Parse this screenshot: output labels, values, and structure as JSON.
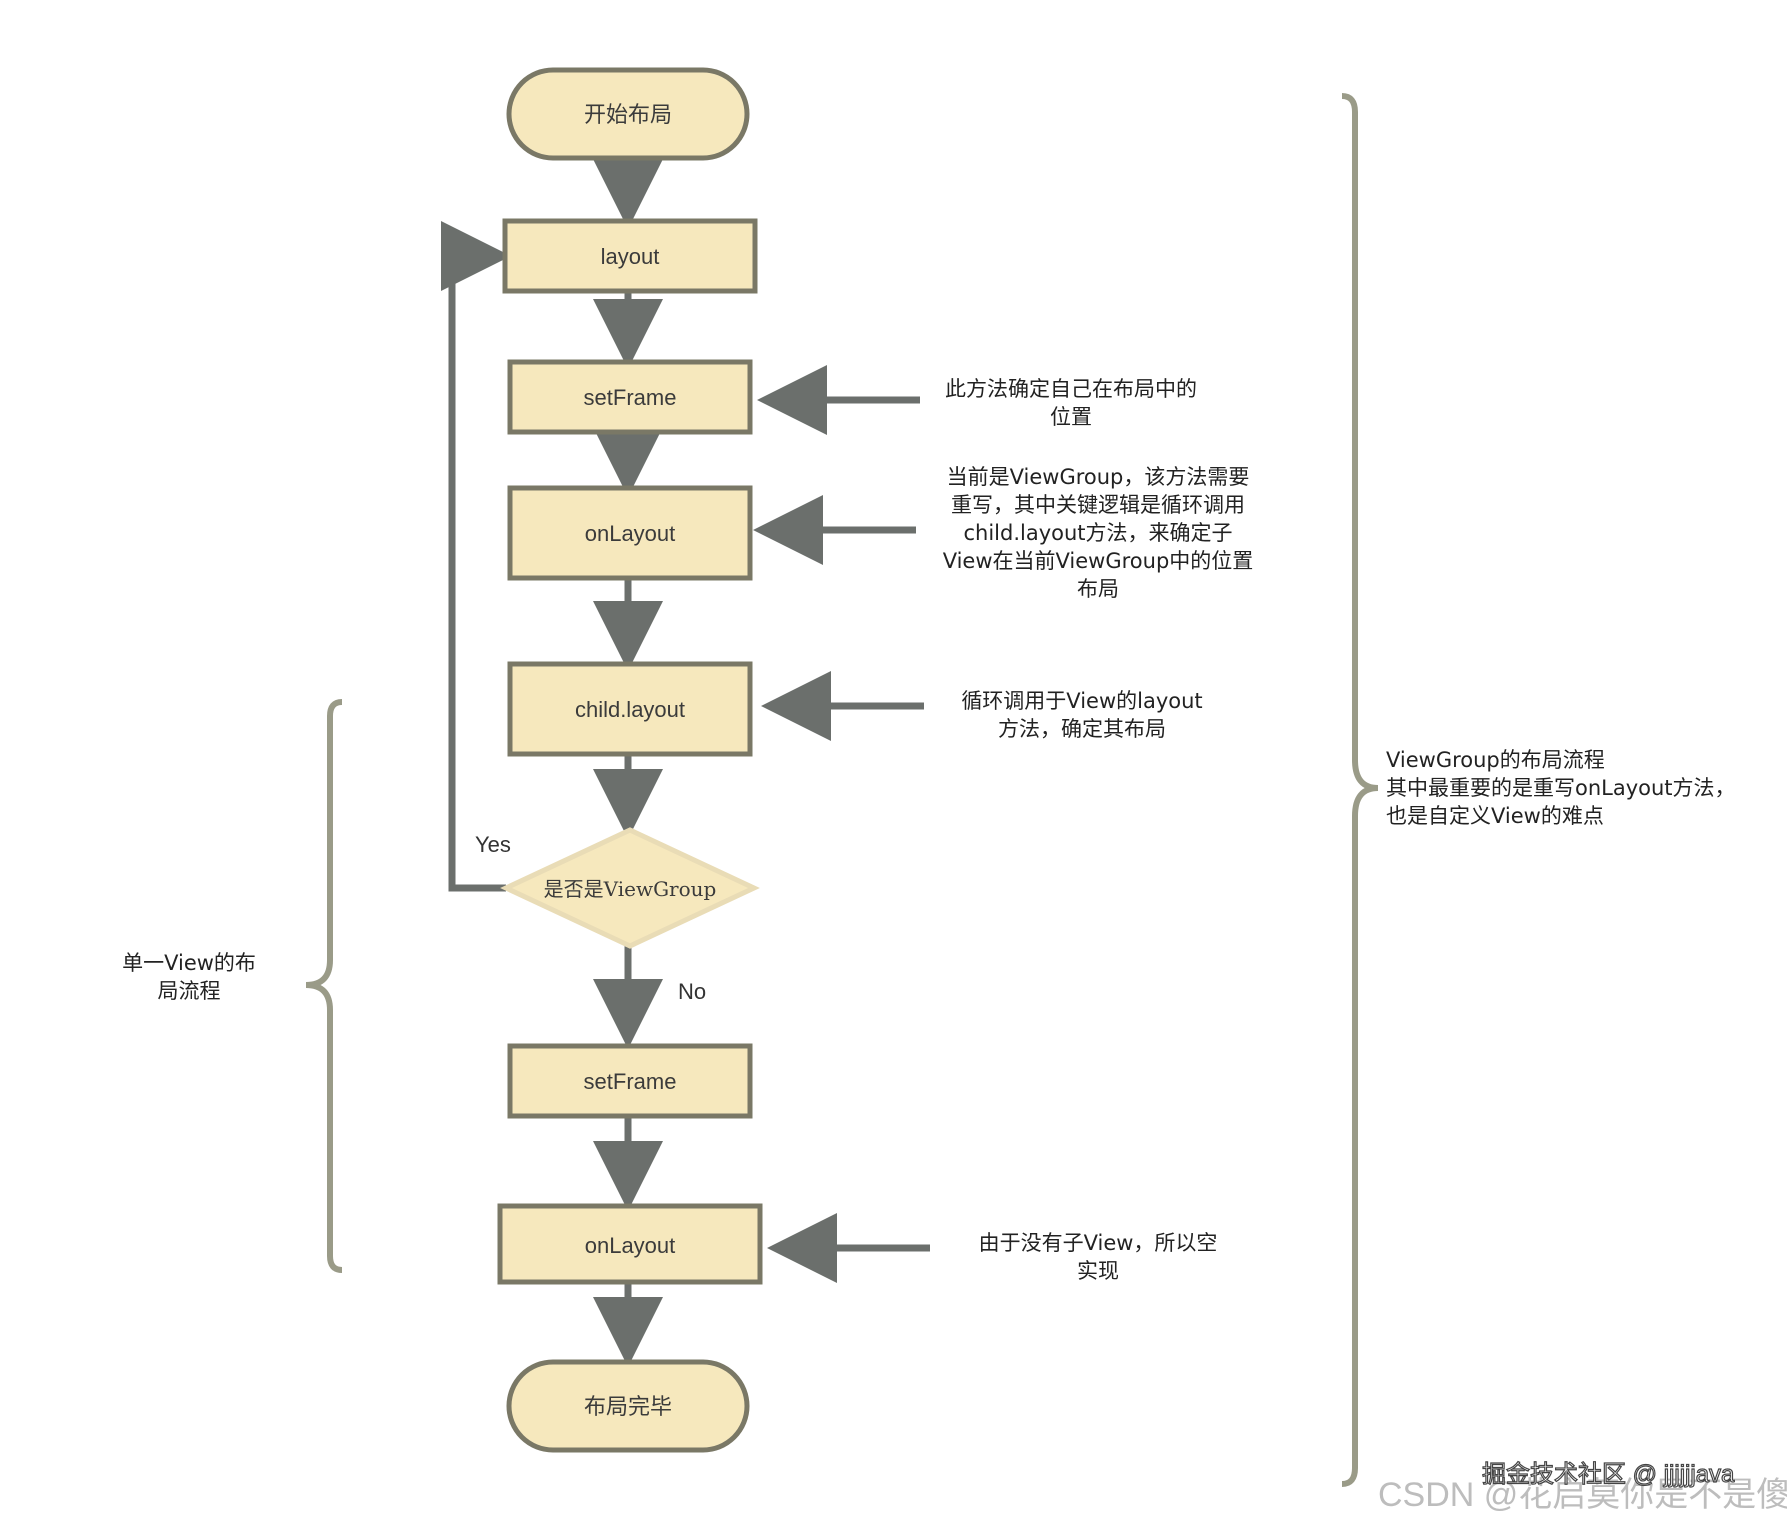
{
  "colors": {
    "node_fill": "#f6e8bd",
    "node_stroke": "#7a7866",
    "arrow": "#6b6f6c",
    "brace": "#9a9b88",
    "watermark": "#bdbdbd",
    "watermark_top": "#ffffff"
  },
  "nodes": {
    "start": "开始布局",
    "layout": "layout",
    "setframe_1": "setFrame",
    "onlayout_1": "onLayout",
    "child_layout": "child.layout",
    "decision": "是否是ViewGroup",
    "setframe_2": "setFrame",
    "onlayout_2": "onLayout",
    "end": "布局完毕"
  },
  "edge_labels": {
    "yes": "Yes",
    "no": "No"
  },
  "notes": {
    "setframe_note": [
      "此方法确定自己在布局中的",
      "位置"
    ],
    "onlayout_note": [
      "当前是ViewGroup，该方法需要",
      "重写，其中关键逻辑是循环调用",
      "child.layout方法，来确定子",
      "View在当前ViewGroup中的位置",
      "布局"
    ],
    "child_layout_note": [
      "循环调用于View的layout",
      "方法，确定其布局"
    ],
    "onlayout2_note": [
      "由于没有子View，所以空",
      "实现"
    ],
    "single_view_brace": [
      "单一View的布",
      "局流程"
    ],
    "viewgroup_brace": [
      "ViewGroup的布局流程",
      "其中最重要的是重写onLayout方法，",
      "也是自定义View的难点"
    ]
  },
  "watermark": {
    "juejin": "掘金技术社区 @ jjjjjjava",
    "csdn": "CSDN @花启莫你是不是傻"
  }
}
